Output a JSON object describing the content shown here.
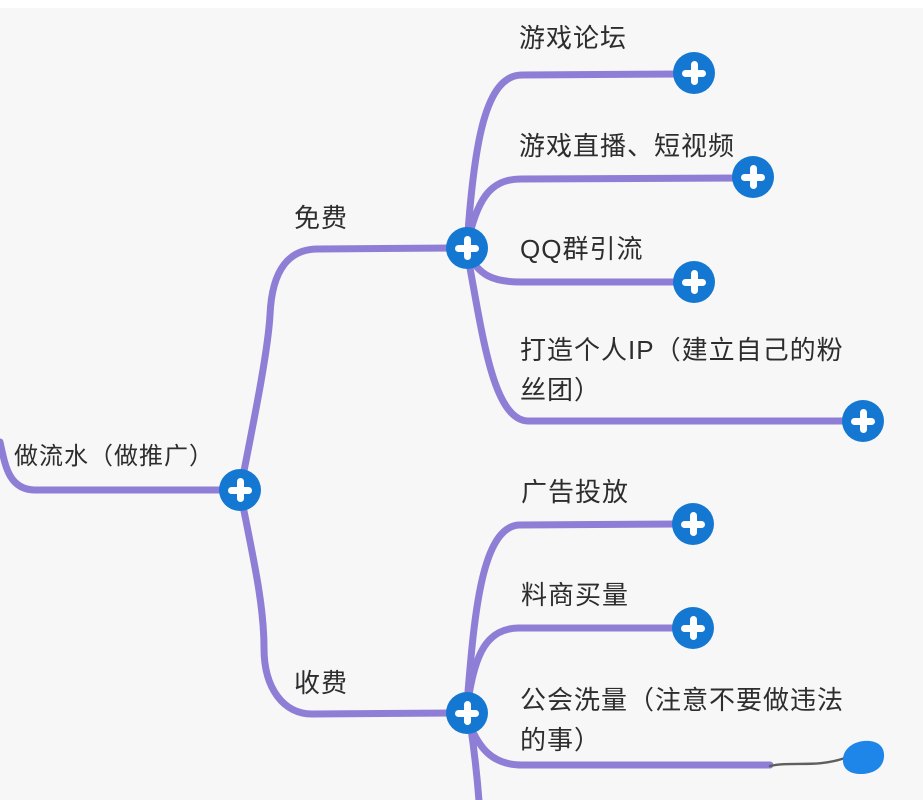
{
  "app": {
    "type": "mindmap-canvas"
  },
  "colors": {
    "background": "#f7f7f7",
    "top_strip": "#ffffff",
    "connector": "#8f7ed6",
    "add_button": "#1478d2",
    "add_button_glyph": "#ffffff",
    "ink_annotation": "#1d86e8",
    "text": "#2d2d2d"
  },
  "icons": {
    "add_button": "plus-icon",
    "annotation": "ink-blob"
  },
  "nodes": {
    "root": {
      "label": "做流水（做推广）"
    },
    "branches": [
      {
        "label": "免费",
        "children": [
          {
            "label": "游戏论坛"
          },
          {
            "label": "游戏直播、短视频"
          },
          {
            "label": "QQ群引流"
          },
          {
            "label": "打造个人IP（建立自己的粉\n丝团）"
          }
        ]
      },
      {
        "label": "收费",
        "children": [
          {
            "label": "广告投放"
          },
          {
            "label": "料商买量"
          },
          {
            "label": "公会洗量（注意不要做违法\n的事）"
          }
        ]
      }
    ]
  }
}
